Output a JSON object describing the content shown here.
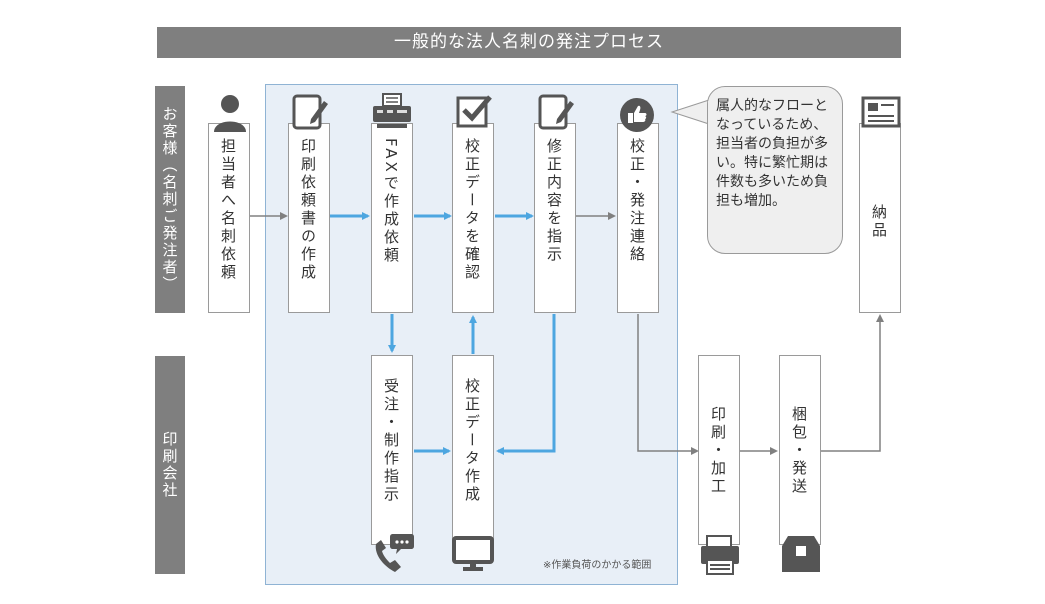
{
  "title": "一般的な法人名刺の発注プロセス",
  "lanes": {
    "customer": "お客様（名刺ご発注者）",
    "printer": "印刷会社"
  },
  "steps": {
    "request": "担当者へ名刺依頼",
    "create_doc": "印刷依頼書の作成",
    "fax_request": "FAXで作成依頼",
    "check_proof": "校正データを確認",
    "correction": "修正内容を指示",
    "proof_contact": "校正・発注連絡",
    "delivery": "納品",
    "order_receive": "受注・制作指示",
    "make_proof": "校正データ作成",
    "print": "印刷・加工",
    "ship": "梱包・発送"
  },
  "note": "属人的なフローとなっているため、担当者の負担が多い。特に繁忙期は件数も多いため負担も増加。",
  "footnote": "※作業負荷のかかる範囲",
  "colors": {
    "blue_arrow": "#4da6e0",
    "gray_arrow": "#808080",
    "band": "#7f7f7f",
    "highlight_area": "#e8eff7"
  },
  "icons": {
    "request": "person-icon",
    "create_doc": "document-edit-icon",
    "fax_request": "fax-icon",
    "check_proof": "checkbox-icon",
    "correction": "document-edit-icon",
    "proof_contact": "thumbs-up-icon",
    "delivery": "business-card-icon",
    "order_receive": "phone-chat-icon",
    "make_proof": "monitor-icon",
    "print": "printer-icon",
    "ship": "box-icon"
  }
}
